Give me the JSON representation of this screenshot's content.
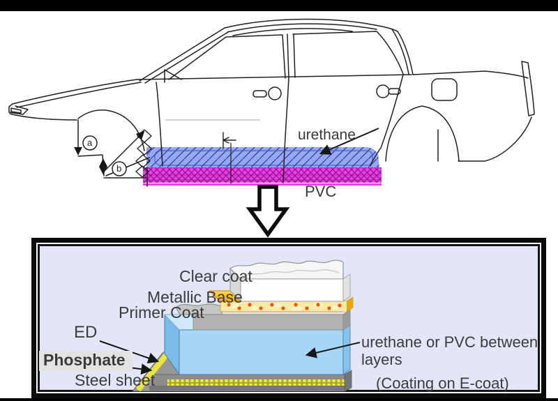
{
  "top_section": {
    "urethane_label": "urethane",
    "pvc_label": "PVC",
    "marker_a": "a",
    "marker_b": "b"
  },
  "detail_box": {
    "labels": {
      "clear_coat": "Clear coat",
      "metallic_base": "Metallic Base",
      "primer_coat": "Primer Coat",
      "ed": "ED",
      "phosphate": "Phosphate",
      "steel_sheet": "Steel sheet"
    },
    "annotations": {
      "between_line1": "urethane or PVC between",
      "between_line2": "layers",
      "coating_note": "(Coating on E-coat)"
    }
  },
  "colors": {
    "urethane_band": "#98a8ef",
    "pvc_band": "#ee3fe3",
    "box_background": "#e3e6f8",
    "urethane_layer": "#a6d6f5",
    "primer_layer": "#b3b3b3",
    "metallic_base_layer": "#f6c52e",
    "clear_coat_layer": "#fefefe",
    "phosphate_stripe": "#e9e73e",
    "steel_layer": "#8d8d8d"
  }
}
